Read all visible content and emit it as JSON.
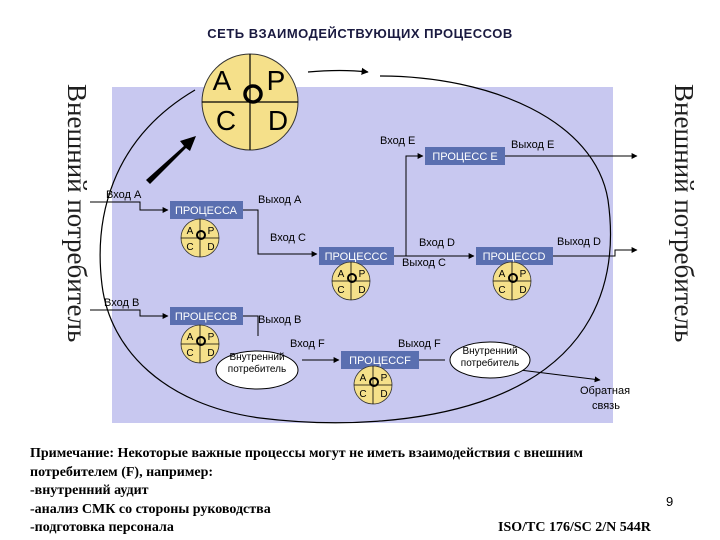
{
  "title": "СЕТЬ ВЗАИМОДЕЙСТВУЮЩИХ ПРОЦЕССОВ",
  "side_label_left": "Внешний потребитель",
  "side_label_right": "Внешний потребитель",
  "pdca": {
    "a": "A",
    "p": "P",
    "c": "C",
    "d": "D"
  },
  "processes": {
    "a": "ПРОЦЕССА",
    "b": "ПРОЦЕССB",
    "c": "ПРОЦЕССC",
    "d": "ПРОЦЕССD",
    "e": "ПРОЦЕСС E",
    "f": "ПРОЦЕССF"
  },
  "labels": {
    "input_a": "Вход А",
    "input_b": "Вход В",
    "output_a": "Выход А",
    "output_b": "Выход В",
    "input_c": "Вход С",
    "output_c": "Выход С",
    "input_d": "Вход D",
    "output_d": "Выход D",
    "input_e": "Вход E",
    "output_e": "Выход E",
    "input_f": "Вход F",
    "output_f": "Выход F",
    "internal_consumer_1": "Внутренний потребитель",
    "internal_consumer_2": "Внутренний потребитель",
    "feedback_line1": "Обратная",
    "feedback_line2": "связь"
  },
  "note": {
    "line1": "Примечание: Некоторые важные процессы могут не иметь взаимодействия с внешним",
    "line2": "потребителем (F), например:",
    "line3": "-внутренний аудит",
    "line4": "-анализ СМК со стороны руководства",
    "line5": "-подготовка персонала"
  },
  "page_number": "9",
  "doc_code": "ISO/TC 176/SC 2/N 544R",
  "colors": {
    "panel": "#c8c8f0",
    "box": "#5a6fb0",
    "circle": "#f5e08a",
    "title": "#1a1a40"
  }
}
